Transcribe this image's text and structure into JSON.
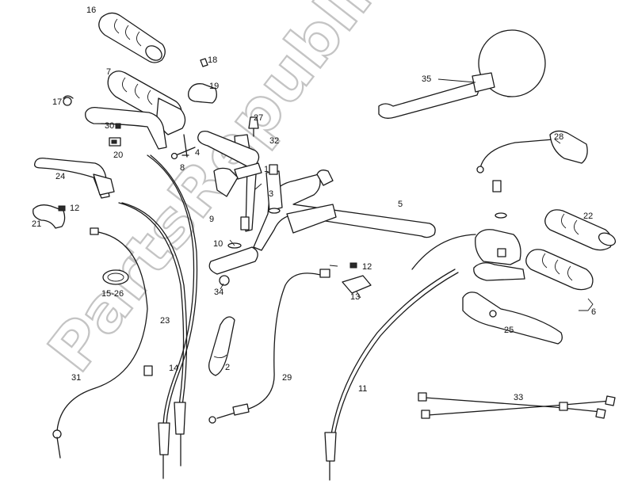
{
  "watermark": "PartsRepublik",
  "labels": {
    "p1": "1",
    "p2": "2",
    "p3": "3",
    "p4": "4",
    "p5": "5",
    "p6": "6",
    "p7": "7",
    "p8": "8",
    "p9": "9",
    "p10": "10",
    "p11": "11",
    "p12a": "12",
    "p12b": "12",
    "p13": "13",
    "p14": "14",
    "p15_26": "15-26",
    "p16": "16",
    "p17": "17",
    "p18": "18",
    "p19": "19",
    "p20": "20",
    "p21": "21",
    "p22": "22",
    "p23": "23",
    "p24": "24",
    "p25": "25",
    "p27": "27",
    "p28": "28",
    "p29": "29",
    "p30": "30",
    "p31": "31",
    "p32": "32",
    "p33": "33",
    "p34": "34",
    "p35": "35"
  },
  "icons": {
    "watermark_logo": "gear-icon"
  }
}
